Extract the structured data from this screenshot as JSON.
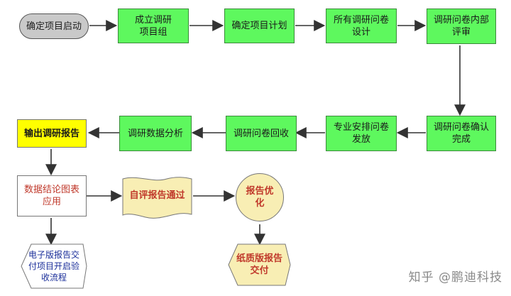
{
  "nodes": {
    "start": "确定项目启动",
    "form_team": "成立调研\n项目组",
    "plan": "确定项目计划",
    "design": "所有调研问卷\n设计",
    "review": "调研问卷内部\n评审",
    "confirm": "调研问卷确认\n完成",
    "distribute": "专业安排问卷\n发放",
    "collect": "调研问卷回收",
    "analyze": "调研数据分析",
    "report": "输出调研报告",
    "conclusion": "数据结论图表\n应用",
    "self_review": "自评报告通过",
    "optimize": "报告优\n化",
    "electronic": "电子版报告交\n付项目开启验\n收流程",
    "paper": "纸质版报告\n交付"
  },
  "watermark": "知乎 @鹏迪科技",
  "colors": {
    "green": "#5ef85e",
    "start_gray": "#c9c9c9",
    "yellow": "#ffff00",
    "cream": "#f8eeb4",
    "red_text": "#c0392b",
    "blue_text": "#1b2f9a"
  }
}
